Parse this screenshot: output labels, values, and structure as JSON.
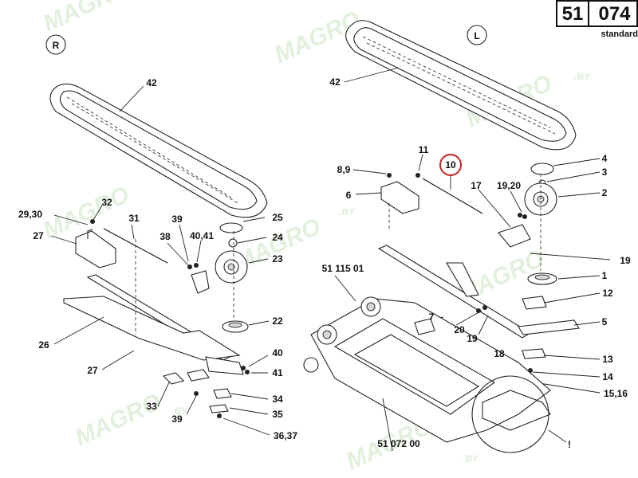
{
  "header": {
    "code_a": "51",
    "code_b": "074",
    "variant": "standard"
  },
  "sides": {
    "right": "R",
    "left": "L"
  },
  "watermark": {
    "brand": "MAGRO",
    "suffix": ".BY"
  },
  "labels": {
    "l42a": "42",
    "l42b": "42",
    "l32": "32",
    "l31": "31",
    "l29_30": "29,30",
    "l27a": "27",
    "l39a": "39",
    "l38": "38",
    "l40_41a": "40,41",
    "l25": "25",
    "l24": "24",
    "l23": "23",
    "l22": "22",
    "l26": "26",
    "l27b": "27",
    "l40": "40",
    "l41": "41",
    "l33": "33",
    "l39b": "39",
    "l34": "34",
    "l35": "35",
    "l36_37": "36,37",
    "l11": "11",
    "l8_9": "8,9",
    "l10": "10",
    "l6": "6",
    "l17": "17",
    "l19_20": "19,20",
    "l4": "4",
    "l3": "3",
    "l2": "2",
    "l19a": "19",
    "l51_115_01": "51 115 01",
    "l1": "1",
    "l12": "12",
    "l7": "7",
    "l20": "20",
    "l19b": "19",
    "l5": "5",
    "l18": "18",
    "l13": "13",
    "l14": "14",
    "l15_16": "15,16",
    "l51_072_00": "51 072 00",
    "lexcl": "!"
  },
  "highlight": {
    "part": "10",
    "color": "#cc2020"
  }
}
